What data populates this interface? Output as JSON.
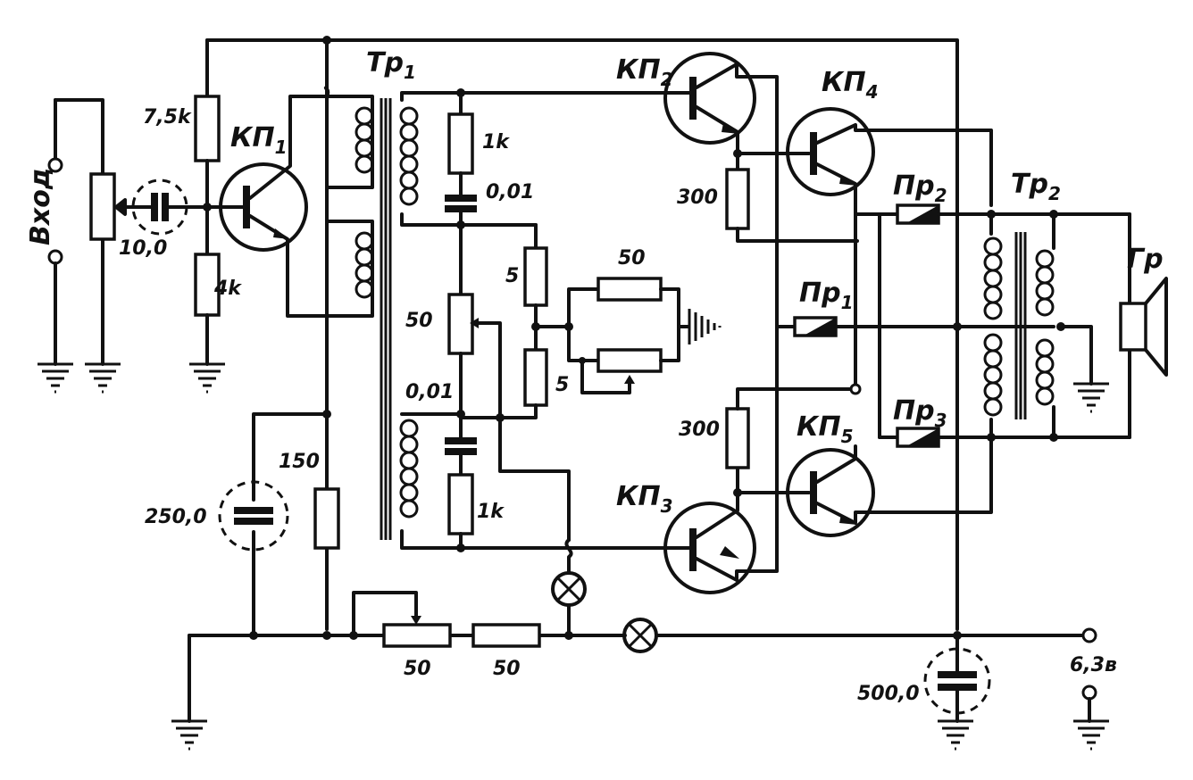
{
  "title": "",
  "designators": {
    "input": "Вход",
    "tr1": "Тр",
    "tr1_sub": "1",
    "tr2": "Тр",
    "tr2_sub": "2",
    "speaker": "Гр",
    "kp1": "КП",
    "kp1_sub": "1",
    "kp2": "КП",
    "kp2_sub": "2",
    "kp3": "КП",
    "kp3_sub": "3",
    "kp4": "КП",
    "kp4_sub": "4",
    "kp5": "КП",
    "kp5_sub": "5",
    "pr1": "Пр",
    "pr1_sub": "1",
    "pr2": "Пр",
    "pr2_sub": "2",
    "pr3": "Пр",
    "pr3_sub": "3"
  },
  "values": {
    "r_bias_top": "7,5k",
    "r_bias_bottom": "4k",
    "c_input": "10,0",
    "r_1k_top": "1k",
    "c_001_top": "0,01",
    "r_5_top": "5",
    "r_50_bal": "50",
    "r_50_right": "50",
    "r_5_bottom": "5",
    "c_001_bottom": "0,01",
    "r_1k_bottom": "1k",
    "r_300_top": "300",
    "r_300_bottom": "300",
    "c_250": "250,0",
    "r_150": "150",
    "r_pot_50": "50",
    "r_50_fixed": "50",
    "c_500": "500,0",
    "supply": "6,3в"
  },
  "colors": {
    "ink": "#111111",
    "paper": "#ffffff"
  }
}
